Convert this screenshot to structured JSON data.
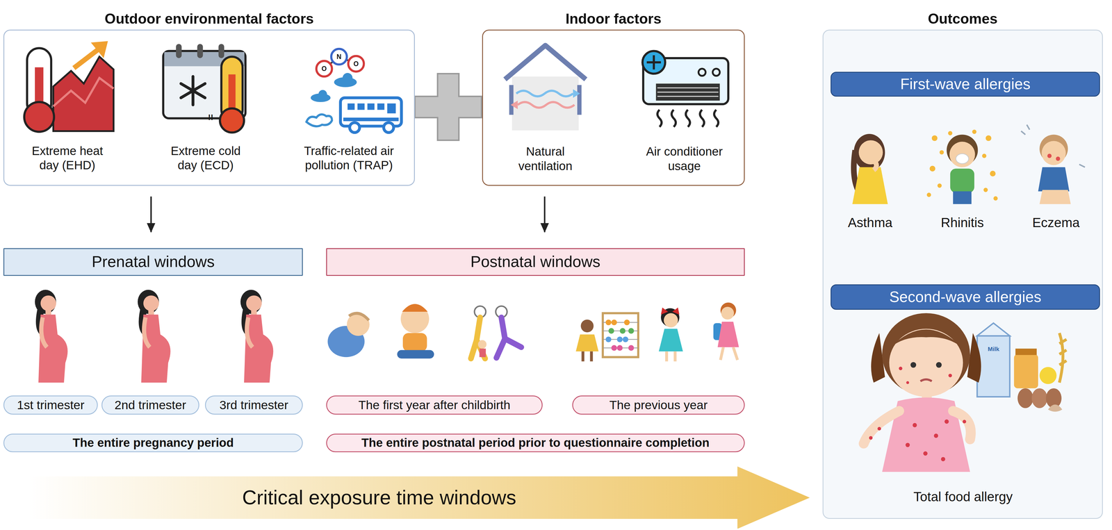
{
  "diagram": {
    "nodes": [
      {
        "text": [
          "Outdoor environmental factors"
        ]
      },
      {
        "text": [
          "Indoor factors"
        ]
      },
      {
        "text": [
          "Prenatal windows"
        ]
      },
      {
        "text": [
          "1st trimester"
        ]
      },
      {
        "text": [
          "2nd trimester"
        ]
      },
      {
        "text": [
          "3rd trimester"
        ]
      },
      {
        "text": [
          "The entire pregnancy period"
        ]
      },
      {
        "text": [
          "Postnatal windows"
        ]
      },
      {
        "text": [
          "The first year after childbirth"
        ]
      },
      {
        "text": [
          "The previous year"
        ]
      },
      {
        "text": [
          "The entire postnatal period prior to questionnaire completion"
        ]
      },
      {
        "text": [
          "Critical exposure time windows"
        ]
      },
      {
        "text": [
          "Outcomes"
        ]
      },
      {
        "text": [
          "First-wave allergies"
        ],
        "in": 12
      },
      {
        "text": [
          "Second-wave allergies"
        ],
        "in": 12
      }
    ],
    "edges": [
      {
        "from": 0,
        "to": 2,
        "arrow": "to"
      },
      {
        "from": 1,
        "to": 7,
        "arrow": "to"
      }
    ],
    "labels": [
      "Extreme heat day (EHD)",
      "Extreme cold day (ECD)",
      "!!",
      "Traffic-related air pollution (TRAP)",
      "O",
      "N",
      "O",
      "Natural ventilation",
      "Air conditioner usage",
      "Asthma",
      "Rhinitis",
      "Eczema",
      "Milk",
      "Total food allergy"
    ]
  }
}
